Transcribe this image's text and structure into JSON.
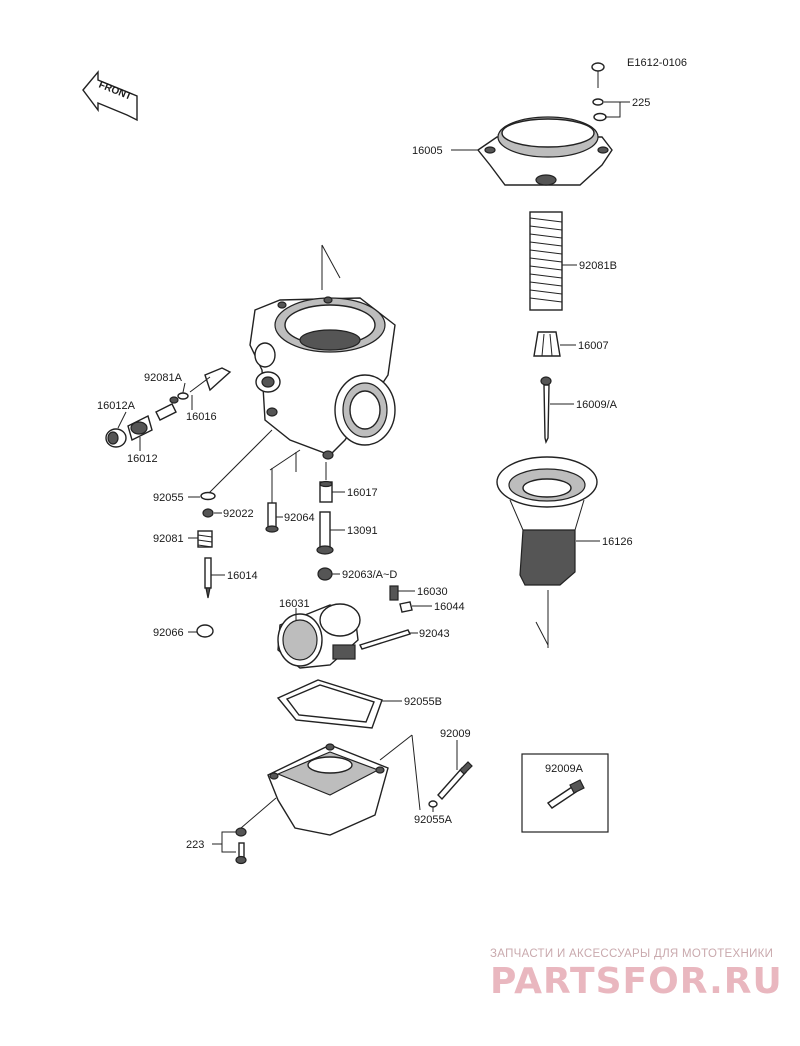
{
  "diagram": {
    "code": "E1612-0106",
    "front_label": "FRONT",
    "parts": {
      "p225": "225",
      "p16005": "16005",
      "p92081B": "92081B",
      "p16007": "16007",
      "p16009A": "16009/A",
      "p16126": "16126",
      "p92081A": "92081A",
      "p16012A": "16012A",
      "p16016": "16016",
      "p16012": "16012",
      "p92055": "92055",
      "p92022": "92022",
      "p92064": "92064",
      "p16017": "16017",
      "p13091": "13091",
      "p92081": "92081",
      "p16014": "16014",
      "p92063": "92063/A~D",
      "p16030": "16030",
      "p16044": "16044",
      "p16031": "16031",
      "p92066": "92066",
      "p92043": "92043",
      "p92055B": "92055B",
      "p92009": "92009",
      "p92009A": "92009A",
      "p92055A": "92055A",
      "p223": "223"
    }
  },
  "watermark": {
    "caption": "ЗАПЧАСТИ И АКСЕССУАРЫ ДЛЯ МОТОТЕХНИКИ",
    "logo": "PARTSFOR.RU"
  }
}
